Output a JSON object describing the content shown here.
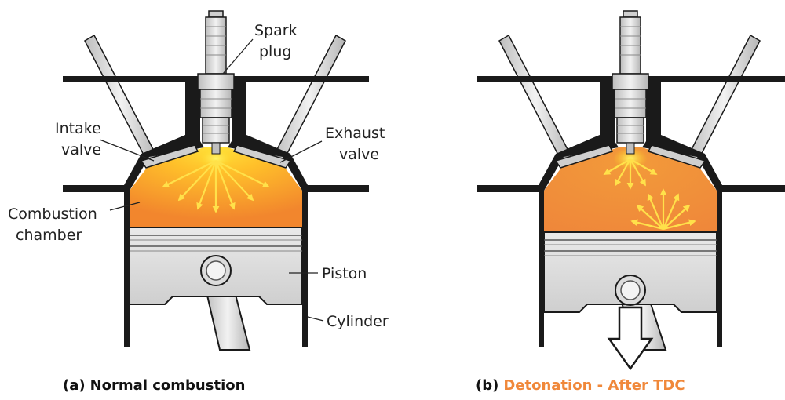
{
  "labels": {
    "spark_plug_line1": "Spark",
    "spark_plug_line2": "plug",
    "intake_valve_line1": "Intake",
    "intake_valve_line2": "valve",
    "exhaust_valve_line1": "Exhaust",
    "exhaust_valve_line2": "valve",
    "combustion_chamber_line1": "Combustion",
    "combustion_chamber_line2": "chamber",
    "piston": "Piston",
    "cylinder": "Cylinder"
  },
  "captions": {
    "a_prefix": "(a)",
    "a_title": "Normal combustion",
    "b_prefix": "(b)",
    "b_title": "Detonation - After TDC"
  },
  "colors": {
    "flame_yellow": "#ffd21a",
    "flame_orange": "#f39a2e",
    "detonation_orange": "#f08a3c",
    "caption_accent": "#f0883a",
    "metal": "#d8d8d8",
    "outline": "#1a1a1a"
  },
  "icons": [
    "spark-plug-icon",
    "arrow-down-icon"
  ]
}
